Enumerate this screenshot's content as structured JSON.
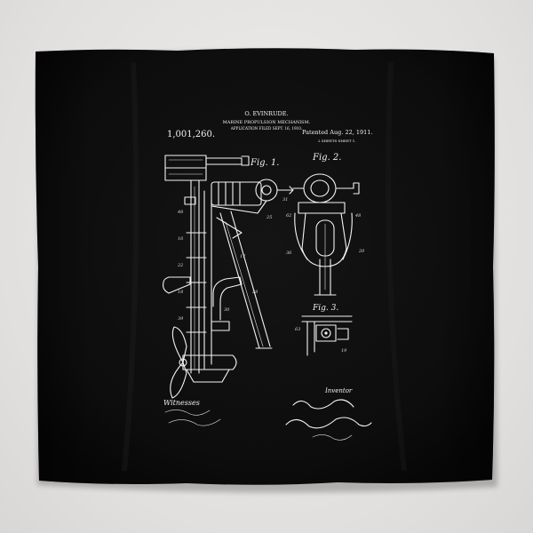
{
  "patent": {
    "inventor": "O. EVINRUDE.",
    "title": "MARINE PROPULSION MECHANISM.",
    "filed": "APPLICATION FILED SEPT. 16, 1910.",
    "number": "1,001,260.",
    "patented": "Patented Aug. 22, 1911.",
    "sheets": "2 SHEETS-SHEET 1."
  },
  "figures": {
    "fig1": "Fig. 1.",
    "fig2": "Fig. 2.",
    "fig3": "Fig. 3."
  },
  "witnesses_label": "Witnesses",
  "inventor_label": "Inventor",
  "colors": {
    "wall": "#e7e5e3",
    "fabric": "#0f0f0f",
    "ink": "#f4f4f4"
  }
}
